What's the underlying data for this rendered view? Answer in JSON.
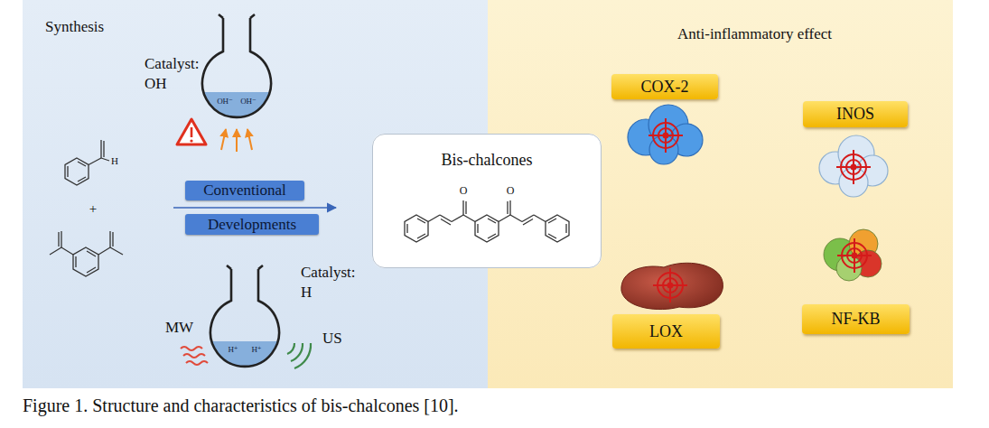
{
  "diagram": {
    "caption": "Figure 1. Structure and characteristics of bis-chalcones [10].",
    "nodes": [
      {
        "text": [
          "Synthesis"
        ]
      },
      {
        "text": [
          "Conventional"
        ],
        "in": 0
      },
      {
        "text": [
          "Developments"
        ],
        "in": 0
      },
      {
        "text": [
          "Bis-chalcones"
        ]
      },
      {
        "text": [
          "Anti-inflammatory effect"
        ]
      },
      {
        "text": [
          "COX-2"
        ],
        "in": 4
      },
      {
        "text": [
          "INOS"
        ],
        "in": 4
      },
      {
        "text": [
          "LOX"
        ],
        "in": 4
      },
      {
        "text": [
          "NF-KB"
        ],
        "in": 4
      }
    ],
    "labels": [
      "Catalyst: OH",
      "OH⁻",
      "OH⁻",
      "H",
      "+",
      "Catalyst: H",
      "MW",
      "H⁺",
      "H⁺",
      "US",
      "O",
      "O"
    ]
  }
}
